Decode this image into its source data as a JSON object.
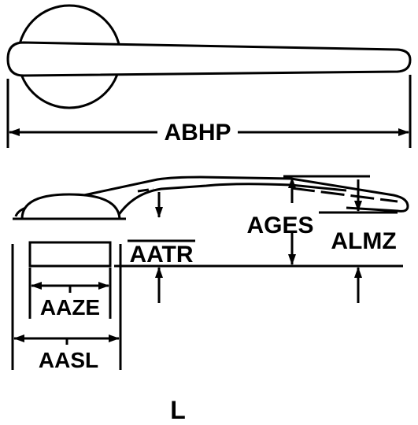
{
  "labels": {
    "overall_length": "ABHP",
    "drop_height": "AGES",
    "offset": "ALMZ",
    "hub_height": "AATR",
    "bore_diameter": "AAZE",
    "hub_diameter": "AASL",
    "style_letter": "L"
  },
  "colors": {
    "ink": "#000000",
    "paper": "#ffffff"
  }
}
